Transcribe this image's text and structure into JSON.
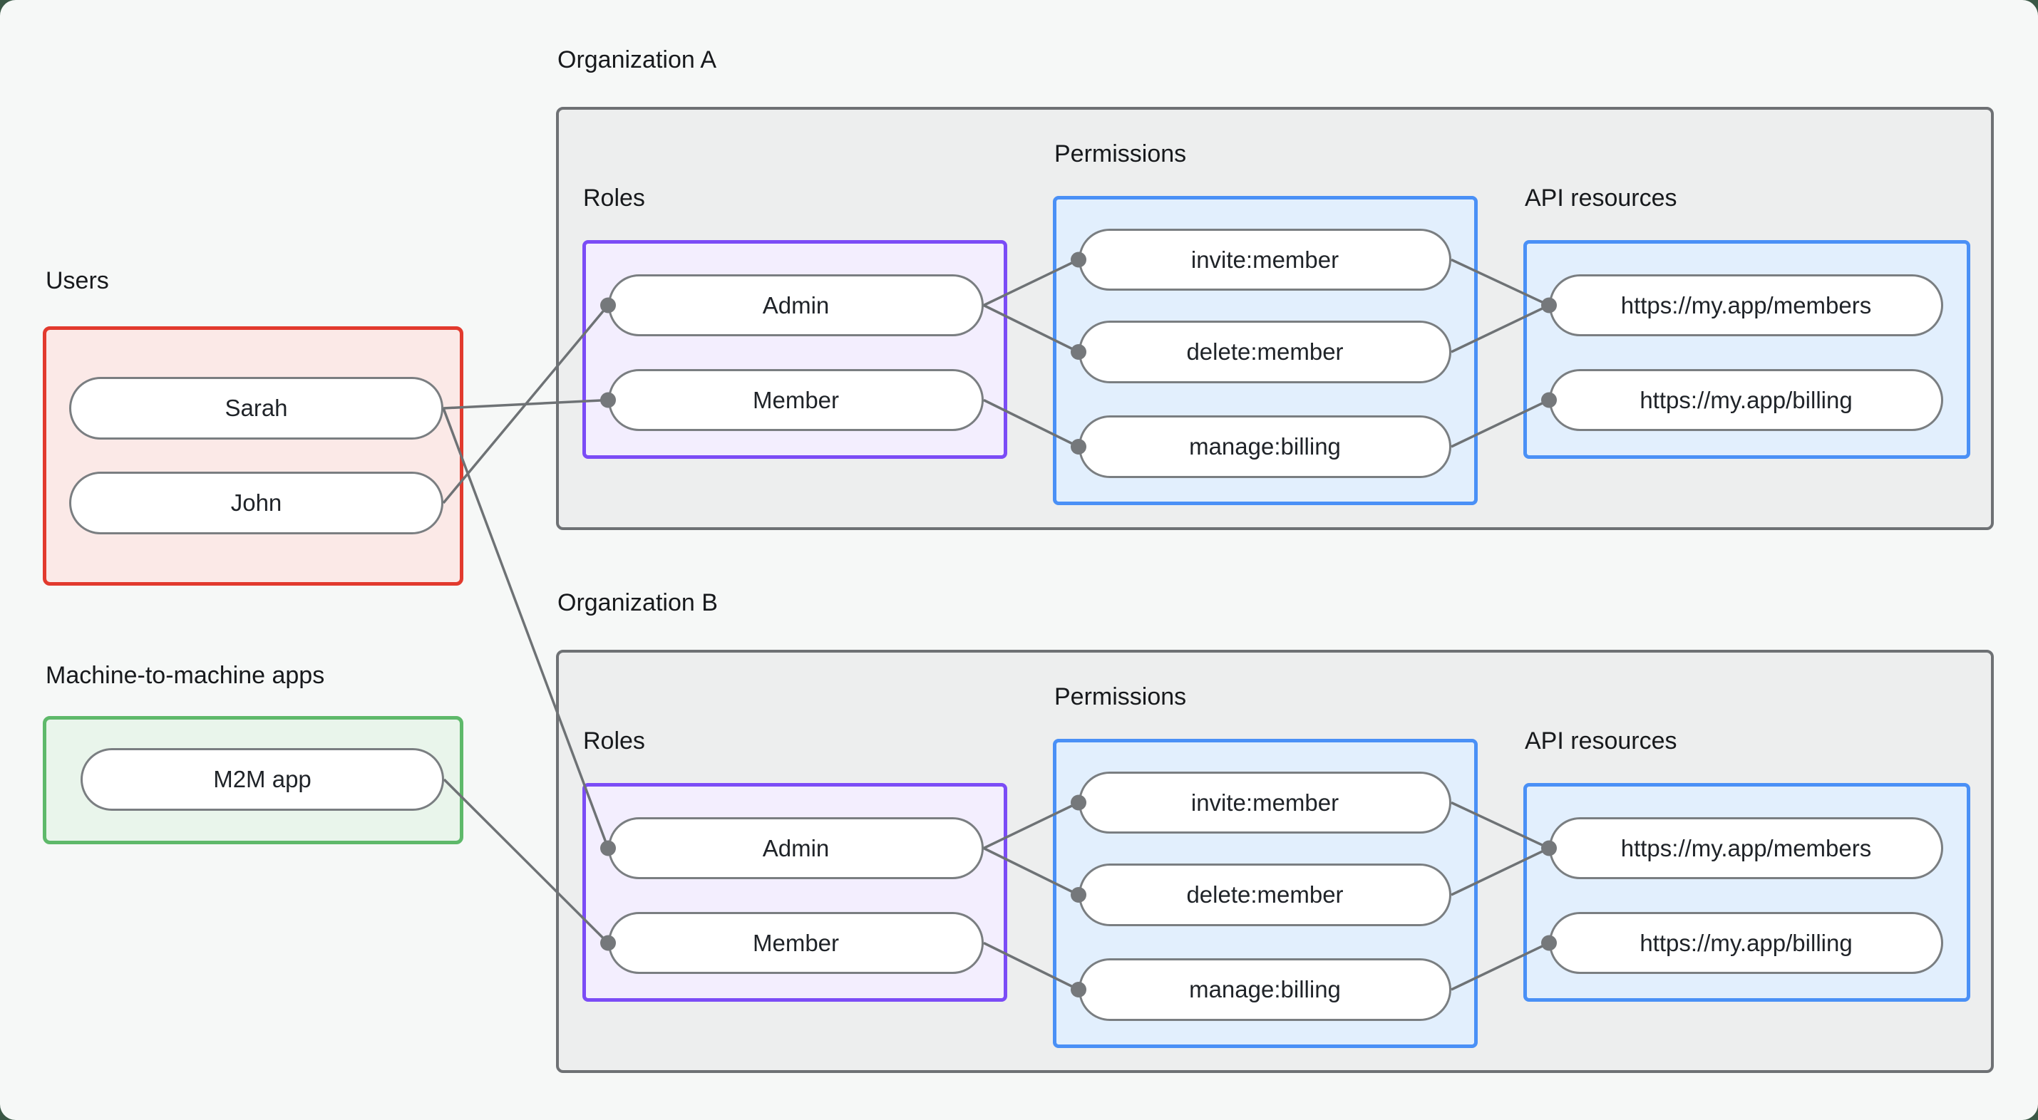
{
  "groups": {
    "users": {
      "label": "Users",
      "items": [
        "Sarah",
        "John"
      ],
      "border_color": "#E23A2E",
      "fill_color": "#FBE9E7"
    },
    "m2m": {
      "label": "Machine-to-machine apps",
      "items": [
        "M2M app"
      ],
      "border_color": "#5EB96A",
      "fill_color": "#E9F5EB"
    }
  },
  "orgs": [
    {
      "title": "Organization A",
      "roles_label": "Roles",
      "roles": [
        "Admin",
        "Member"
      ],
      "permissions_label": "Permissions",
      "permissions": [
        "invite:member",
        "delete:member",
        "manage:billing"
      ],
      "api_label": "API resources",
      "api_resources": [
        "https://my.app/members",
        "https://my.app/billing"
      ]
    },
    {
      "title": "Organization B",
      "roles_label": "Roles",
      "roles": [
        "Admin",
        "Member"
      ],
      "permissions_label": "Permissions",
      "permissions": [
        "invite:member",
        "delete:member",
        "manage:billing"
      ],
      "api_label": "API resources",
      "api_resources": [
        "https://my.app/members",
        "https://my.app/billing"
      ]
    }
  ],
  "connections": [
    {
      "from": "user.sarah",
      "to": "a.role.member"
    },
    {
      "from": "user.john",
      "to": "a.role.admin"
    },
    {
      "from": "user.sarah",
      "to": "b.role.admin"
    },
    {
      "from": "m2m.app",
      "to": "b.role.member"
    },
    {
      "from": "a.role.admin",
      "to": "a.perm.invite"
    },
    {
      "from": "a.role.admin",
      "to": "a.perm.delete"
    },
    {
      "from": "a.role.member",
      "to": "a.perm.manage"
    },
    {
      "from": "a.perm.invite",
      "to": "a.api.members"
    },
    {
      "from": "a.perm.delete",
      "to": "a.api.members"
    },
    {
      "from": "a.perm.manage",
      "to": "a.api.billing"
    },
    {
      "from": "b.role.admin",
      "to": "b.perm.invite"
    },
    {
      "from": "b.role.admin",
      "to": "b.perm.delete"
    },
    {
      "from": "b.role.member",
      "to": "b.perm.manage"
    },
    {
      "from": "b.perm.invite",
      "to": "b.api.members"
    },
    {
      "from": "b.perm.delete",
      "to": "b.api.members"
    },
    {
      "from": "b.perm.manage",
      "to": "b.api.billing"
    }
  ],
  "colors": {
    "canvas_bg": "#F6F8F7",
    "page_bg": "#3A5745",
    "org_fill": "#EDEEEE",
    "org_border": "#6E7174",
    "roles_fill": "#F3EEFE",
    "roles_border": "#7B4CF6",
    "blue_fill": "#E2EFFD",
    "blue_border": "#4A90F6",
    "pill_border": "#7A7E81",
    "edge_line": "#6E7275",
    "edge_dot": "#75787B",
    "text": "#1F2328"
  }
}
